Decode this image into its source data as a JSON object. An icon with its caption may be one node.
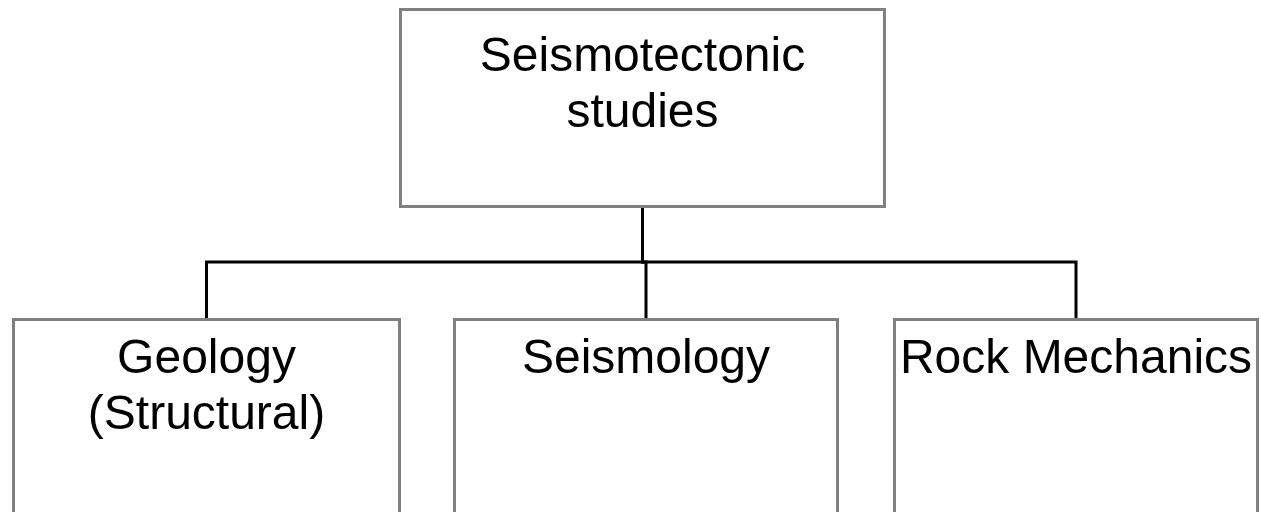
{
  "diagram": {
    "nodes": [
      {
        "text": [
          "Seismotectonic studies"
        ]
      },
      {
        "text": [
          "Geology (Structural)"
        ]
      },
      {
        "text": [
          "Seismology"
        ]
      },
      {
        "text": [
          "Rock Mechanics"
        ]
      }
    ],
    "edges": [
      {
        "from": 0,
        "to": 1,
        "arrow": "none"
      },
      {
        "from": 0,
        "to": 2,
        "arrow": "none"
      },
      {
        "from": 0,
        "to": 3,
        "arrow": "none"
      }
    ]
  }
}
